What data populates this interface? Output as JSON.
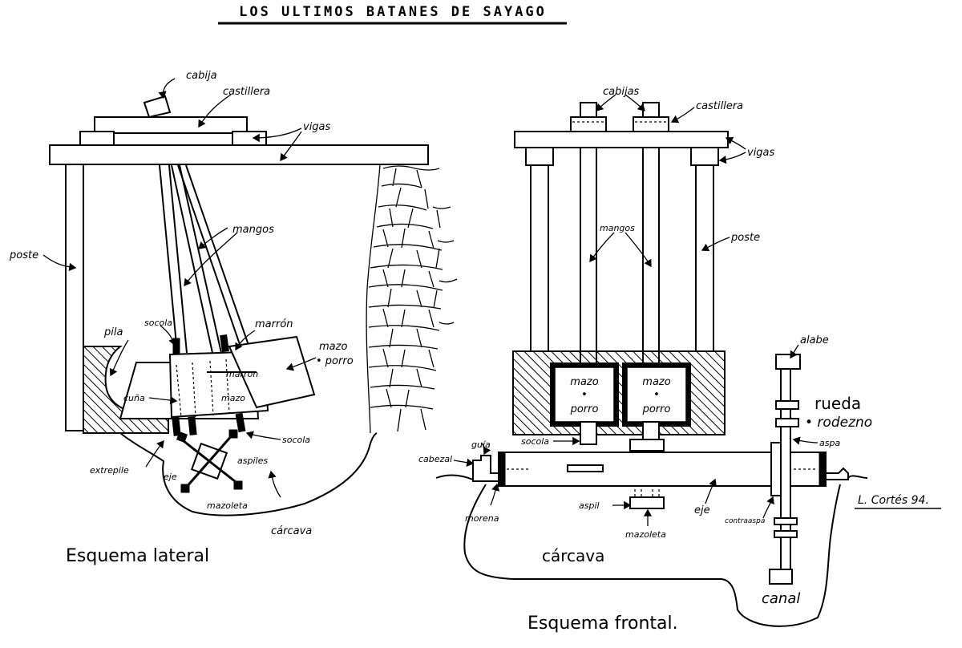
{
  "title": "LOS ULTIMOS BATANES DE SAYAGO",
  "lateral": {
    "caption": "Esquema lateral",
    "labels": {
      "cabija": "cabija",
      "castillera": "castillera",
      "vigas": "vigas",
      "mangos": "mangos",
      "poste": "poste",
      "pila": "pila",
      "socola_top": "socola",
      "marron": "marrón",
      "mazo_porro": "mazo\n• porro",
      "mazo_porro_l1": "mazo",
      "mazo_porro_l2": "• porro",
      "cuna": "cuña",
      "mazo_in": "mazo",
      "marron_in": "marron",
      "socola_bottom": "socola",
      "extrepile": "extrepile",
      "aspiles": "aspiles",
      "eje": "eje",
      "mazoleta": "mazoleta",
      "carcava": "cárcava"
    }
  },
  "frontal": {
    "caption": "Esquema frontal.",
    "signature": "L. Cortés 94.",
    "labels": {
      "cabijas": "cabijas",
      "castillera": "castillera",
      "vigas": "vigas",
      "mangos": "mangos",
      "poste": "poste",
      "mazo1_l1": "mazo",
      "mazo1_l2": "•",
      "mazo1_l3": "porro",
      "mazo2_l1": "mazo",
      "mazo2_l2": "•",
      "mazo2_l3": "porro",
      "alabe": "alabe",
      "rueda": "rueda",
      "rodezno": "• rodezno",
      "aspa": "aspa",
      "socola": "socola",
      "guia": "guía",
      "cabezal": "cabezal",
      "morena": "morena",
      "aspil": "aspil",
      "mazoleta": "mazoleta",
      "eje": "eje",
      "contraaspa": "contraaspa",
      "carcava": "cárcava",
      "canal": "canal"
    }
  }
}
